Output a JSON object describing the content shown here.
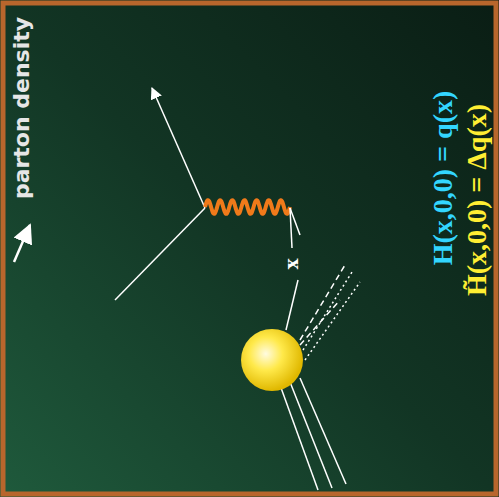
{
  "diagram": {
    "labels": [
      "parton density",
      "x",
      "H(x,0,0) = q(x)",
      "H̃(x,0,0) = Δq(x)"
    ]
  }
}
